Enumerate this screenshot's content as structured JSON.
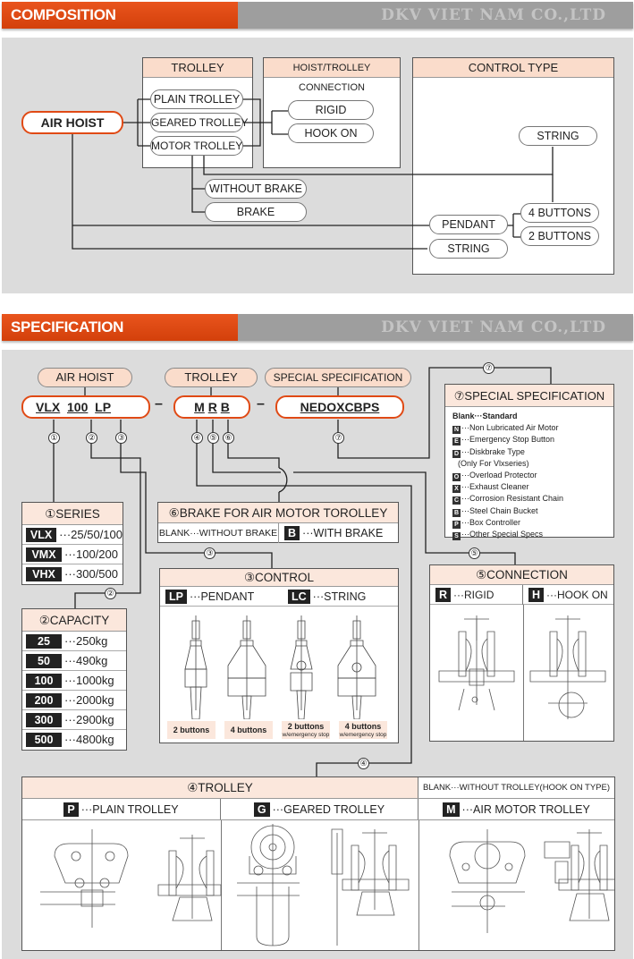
{
  "composition": {
    "header": {
      "title": "COMPOSITION",
      "company": "DKV VIET NAM CO.,LTD"
    },
    "root": "AIR HOIST",
    "trolley_group": {
      "title": "TROLLEY",
      "items": [
        "PLAIN TROLLEY",
        "GEARED TROLLEY",
        "MOTOR TROLLEY"
      ]
    },
    "connection_group": {
      "title": "HOIST/TROLLEY CONNECTION",
      "items": [
        "RIGID",
        "HOOK ON"
      ]
    },
    "brake_items": [
      "WITHOUT BRAKE",
      "BRAKE"
    ],
    "control_group": {
      "title": "CONTROL TYPE",
      "string_top": "STRING",
      "pendant": "PENDANT",
      "string_bottom": "STRING",
      "buttons": [
        "4 BUTTONS",
        "2 BUTTONS"
      ]
    }
  },
  "specification": {
    "header": {
      "title": "SPECIFICATION",
      "company": "DKV VIET NAM CO.,LTD"
    },
    "labels": {
      "air_hoist": "AIR HOIST",
      "trolley": "TROLLEY",
      "special": "SPECIAL SPECIFICATION"
    },
    "codes": {
      "series": "VLX",
      "capacity": "100",
      "control": "LP",
      "trolley_type": "M",
      "connection": "R",
      "brake": "B",
      "special": "NEDOXCBPS"
    },
    "dash": "–",
    "markers": [
      "①",
      "②",
      "③",
      "④",
      "⑤",
      "⑥",
      "⑦"
    ],
    "series": {
      "title": "①SERIES",
      "rows": [
        {
          "code": "VLX",
          "value": "···25/50/100"
        },
        {
          "code": "VMX",
          "value": "···100/200"
        },
        {
          "code": "VHX",
          "value": "···300/500"
        }
      ]
    },
    "capacity": {
      "title": "②CAPACITY",
      "rows": [
        {
          "code": "25",
          "value": "···250kg"
        },
        {
          "code": "50",
          "value": "···490kg"
        },
        {
          "code": "100",
          "value": "···1000kg"
        },
        {
          "code": "200",
          "value": "···2000kg"
        },
        {
          "code": "300",
          "value": "···2900kg"
        },
        {
          "code": "500",
          "value": "···4800kg"
        }
      ]
    },
    "brake": {
      "title": "⑥BRAKE FOR AIR MOTOR TOROLLEY",
      "blank": "BLANK···WITHOUT BRAKE",
      "code": "B",
      "value": "···WITH BRAKE"
    },
    "control": {
      "title": "③CONTROL",
      "options": [
        {
          "code": "LP",
          "value": "···PENDANT"
        },
        {
          "code": "LC",
          "value": "···STRING"
        }
      ],
      "buttons": [
        {
          "label": "2 buttons",
          "sub": ""
        },
        {
          "label": "4 buttons",
          "sub": ""
        },
        {
          "label": "2 buttons",
          "sub": "w/emergency stop"
        },
        {
          "label": "4 buttons",
          "sub": "w/emergency stop"
        }
      ]
    },
    "connection": {
      "title": "⑤CONNECTION",
      "options": [
        {
          "code": "R",
          "value": "···RIGID"
        },
        {
          "code": "H",
          "value": "···HOOK ON"
        }
      ]
    },
    "special_spec": {
      "title": "⑦SPECIAL SPECIFICATION",
      "items": [
        {
          "code": "",
          "text": "Blank···Standard"
        },
        {
          "code": "N",
          "text": "···Non Lubricated Air Motor"
        },
        {
          "code": "E",
          "text": "···Emergency Stop Button"
        },
        {
          "code": "D",
          "text": "···Diskbrake Type"
        },
        {
          "code": "",
          "text": "(Only For Vlxseries)"
        },
        {
          "code": "O",
          "text": "···Overload Protector"
        },
        {
          "code": "X",
          "text": "···Exhaust Cleaner"
        },
        {
          "code": "C",
          "text": "···Corrosion Resistant Chain"
        },
        {
          "code": "B",
          "text": "···Steel Chain Bucket"
        },
        {
          "code": "P",
          "text": "···Box Controller"
        },
        {
          "code": "S",
          "text": "···Other Special Specs"
        }
      ]
    },
    "trolley": {
      "title": "④TROLLEY",
      "blank": "BLANK···WITHOUT TROLLEY(HOOK ON TYPE)",
      "options": [
        {
          "code": "P",
          "value": "···PLAIN TROLLEY"
        },
        {
          "code": "G",
          "value": "···GEARED TROLLEY"
        },
        {
          "code": "M",
          "value": "···AIR MOTOR TROLLEY"
        }
      ]
    }
  }
}
